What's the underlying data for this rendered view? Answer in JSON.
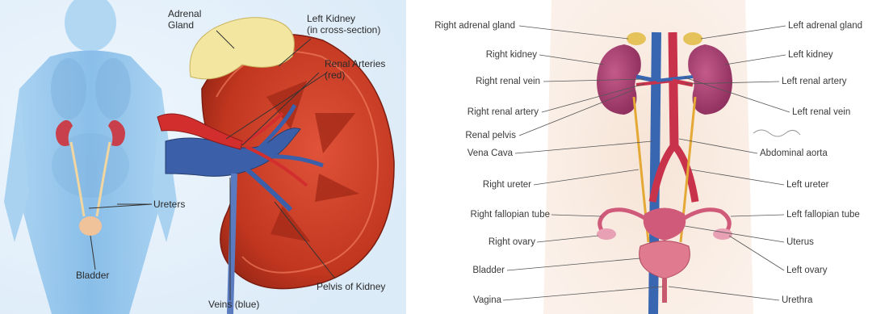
{
  "left_diagram": {
    "labels": {
      "adrenal_gland_l1": "Adrenal",
      "adrenal_gland_l2": "Gland",
      "left_kidney_l1": "Left Kidney",
      "left_kidney_l2": "(in cross-section)",
      "renal_arteries_l1": "Renal Arteries",
      "renal_arteries_l2": "(red)",
      "ureters": "Ureters",
      "bladder": "Bladder",
      "veins": "Veins (blue)",
      "pelvis": "Pelvis of Kidney"
    }
  },
  "right_diagram": {
    "left_side_labels": [
      "Right adrenal gland",
      "Right kidney",
      "Right renal vein",
      "Right renal artery",
      "Renal pelvis",
      "Vena Cava",
      "Right ureter",
      "Right fallopian tube",
      "Right ovary",
      "Bladder",
      "Vagina"
    ],
    "right_side_labels": [
      "Left adrenal gland",
      "Left kidney",
      "Left renal artery",
      "Left renal vein",
      "Abdominal aorta",
      "Left ureter",
      "Left fallopian tube",
      "Uterus",
      "Left ovary",
      "Urethra"
    ]
  },
  "colors": {
    "body_blue": "#8fc3ea",
    "kidney_red": "#c0392b",
    "vein_blue": "#3b5fa8",
    "adrenal_yellow": "#f3e6a1",
    "skin": "#f3dccb"
  }
}
